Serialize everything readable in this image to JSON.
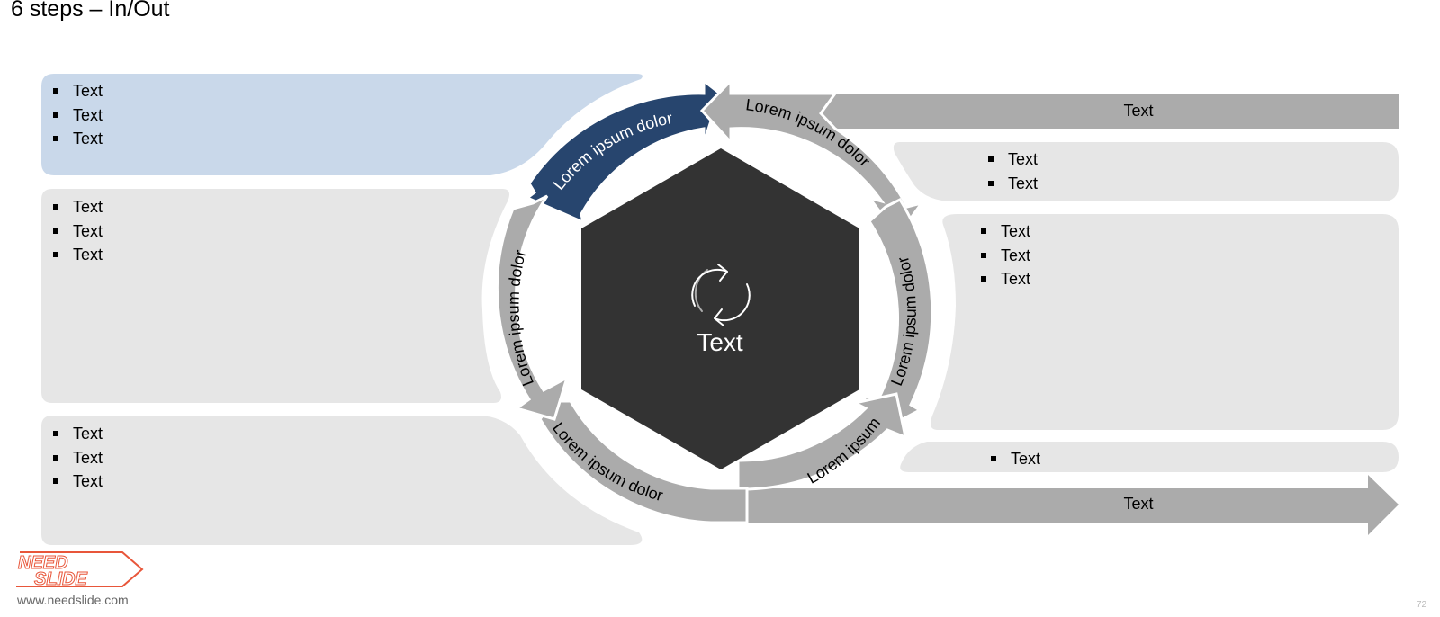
{
  "slide": {
    "title": "6 steps – In/Out",
    "website": "www.needslide.com",
    "page_number": "72"
  },
  "logo": {
    "line1": "NEED",
    "line2": "SLIDE"
  },
  "center": {
    "label": "Text",
    "icon": "refresh-cycle-icon"
  },
  "cycle_labels": {
    "top_left": "Lorem ipsum dolor",
    "top_right": "Lorem ipsum dolor",
    "right": "Lorem ipsum dolor",
    "bottom_right": "Lorem ipsum",
    "bottom_left": "Lorem ipsum dolor",
    "left": "Lorem ipsum dolor"
  },
  "arrows": {
    "in": "Text",
    "out": "Text"
  },
  "left_panels": [
    {
      "items": [
        "Text",
        "Text",
        "Text"
      ]
    },
    {
      "items": [
        "Text",
        "Text",
        "Text"
      ]
    },
    {
      "items": [
        "Text",
        "Text",
        "Text"
      ]
    }
  ],
  "right_panels": [
    {
      "items": [
        "Text",
        "Text"
      ]
    },
    {
      "items": [
        "Text",
        "Text",
        "Text"
      ]
    },
    {
      "items": [
        "Text"
      ]
    }
  ],
  "colors": {
    "highlight_panel": "#c9d8ea",
    "panel": "#e6e6e6",
    "arrow_gray": "#ababab",
    "arrow_highlight": "#27456e",
    "hexagon": "#333333"
  }
}
